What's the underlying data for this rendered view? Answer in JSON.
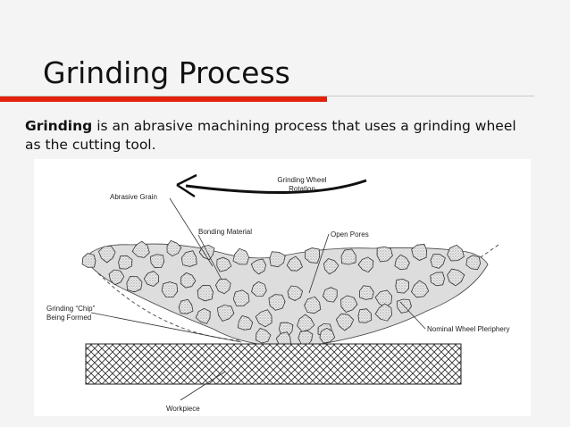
{
  "slide": {
    "title": "Grinding Process",
    "intro_bold": "Grinding",
    "intro_rest": " is an abrasive machining process that uses a grinding wheel as the cutting tool.",
    "accent_color": "#e3220b"
  },
  "figure": {
    "labels": {
      "rotation_line1": "Grinding Wheel",
      "rotation_line2": "Rotation",
      "abrasive_grain": "Abrasive Grain",
      "bonding_material": "Bonding Material",
      "open_pores": "Open Pores",
      "chip_line1": "Grinding “Chip”",
      "chip_line2": "Being Formed",
      "periphery": "Nominal Wheel Pleriphery",
      "workpiece": "Workpiece"
    }
  }
}
